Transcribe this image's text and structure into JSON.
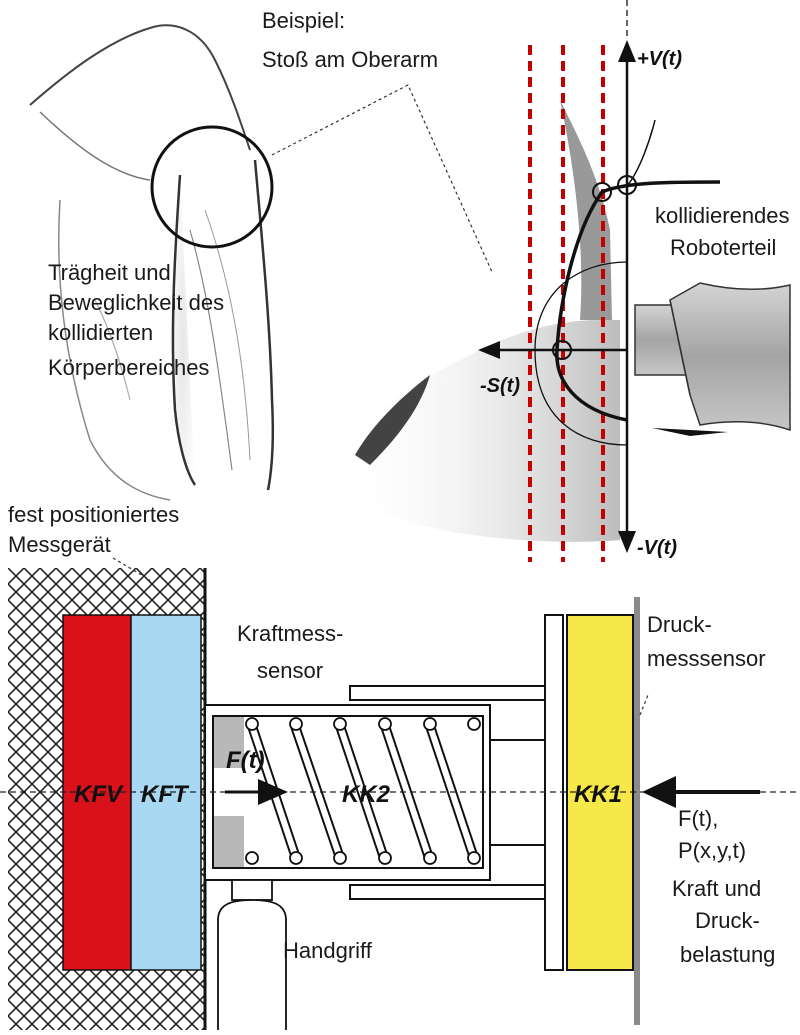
{
  "top": {
    "example_title": "Beispiel:",
    "example_subtitle": "Stoß am Oberarm",
    "body_label": [
      "Trägheit und",
      "Beweglichkeit des",
      "kollidierten",
      "Körperbereiches"
    ],
    "robot_label": [
      "kollidierendes",
      "Roboterteil"
    ],
    "axis_v_pos": "+V(t)",
    "axis_v_neg": "-V(t)",
    "axis_s_neg": "-S(t)"
  },
  "bottom": {
    "device_label": [
      "fest positioniertes",
      "Messgerät"
    ],
    "force_sensor_label": [
      "Kraftmess-",
      "sensor"
    ],
    "pressure_sensor_label": [
      "Druck-",
      "messsensor"
    ],
    "block_kfv": "KFV",
    "block_kft": "KFT",
    "spring_label": "KK2",
    "block_kk1": "KK1",
    "force_symbol": "F(t)",
    "load_formula": [
      "F(t),",
      "P(x,y,t)"
    ],
    "load_label": [
      "Kraft und",
      "Druck-",
      "belastung"
    ],
    "handle_label": "Handgriff"
  },
  "colors": {
    "kfv": "#d9111a",
    "kft": "#a8d8f2",
    "kk1": "#f7e84a",
    "dashed_lines": "#c40000"
  }
}
